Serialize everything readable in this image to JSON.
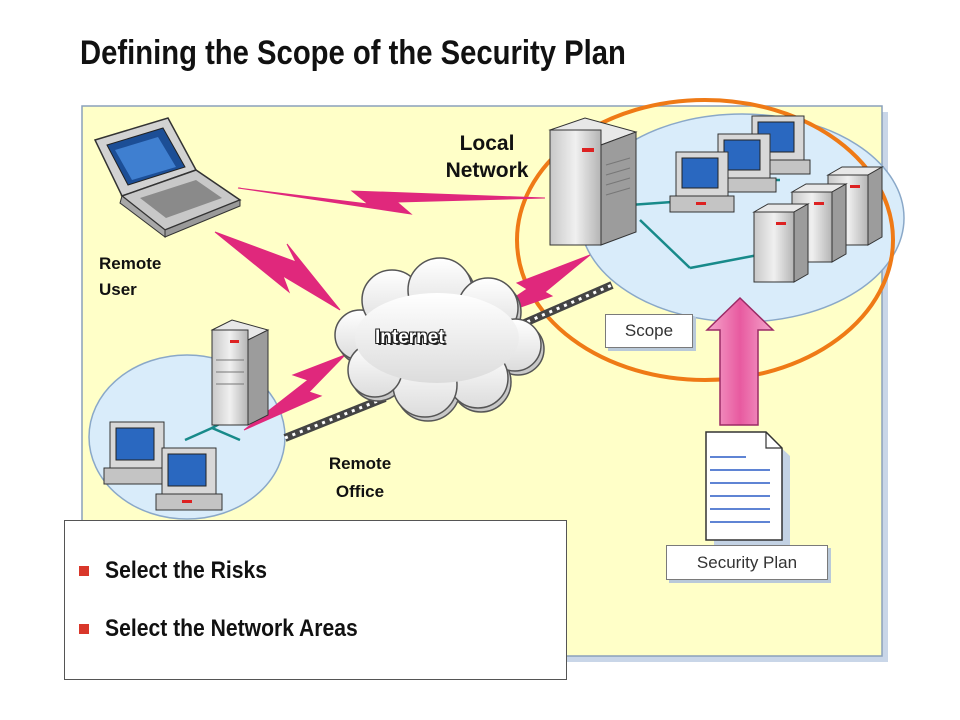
{
  "slide": {
    "title": "Defining the Scope of the Security Plan"
  },
  "diagram": {
    "local_network_label_line1": "Local",
    "local_network_label_line2": "Network",
    "remote_user_label_line1": "Remote",
    "remote_user_label_line2": "User",
    "internet_label": "Internet",
    "remote_office_label_line1": "Remote",
    "remote_office_label_line2": "Office",
    "scope_label": "Scope",
    "security_plan_label": "Security Plan"
  },
  "bullets": [
    "Select the Risks",
    "Select the Network Areas"
  ],
  "colors": {
    "panel_fill": "#ffffc8",
    "network_fill": "#d9ecfa",
    "scope_ring": "#ef7a16",
    "lightning": "#e0287c",
    "arrow": "#ec6aa9",
    "bullet_marker": "#d9372a"
  },
  "icons": [
    "laptop-icon",
    "server-icon",
    "desktop-computer-icon",
    "cloud-icon",
    "lightning-icon",
    "document-icon",
    "arrow-up-icon"
  ]
}
